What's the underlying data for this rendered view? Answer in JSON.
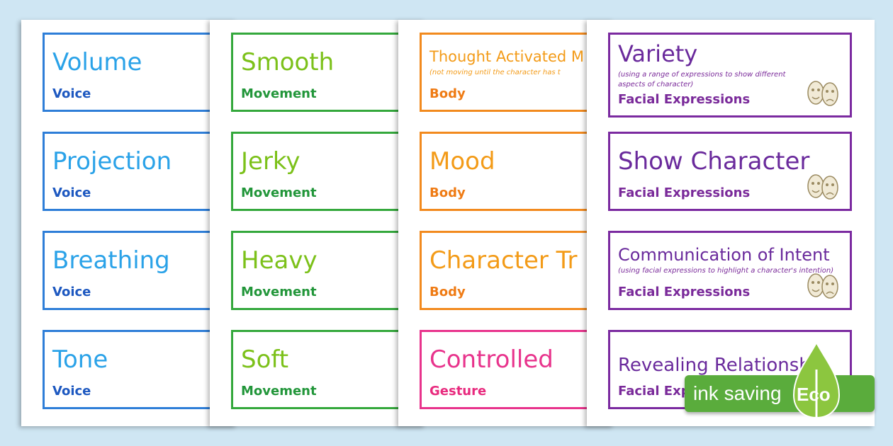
{
  "sheets": [
    {
      "cards": [
        {
          "title": "Volume",
          "subtitle": "Voice"
        },
        {
          "title": "Projection",
          "subtitle": "Voice"
        },
        {
          "title": "Breathing",
          "subtitle": "Voice"
        },
        {
          "title": "Tone",
          "subtitle": "Voice"
        }
      ]
    },
    {
      "cards": [
        {
          "title": "Smooth",
          "subtitle": "Movement"
        },
        {
          "title": "Jerky",
          "subtitle": "Movement"
        },
        {
          "title": "Heavy",
          "subtitle": "Movement"
        },
        {
          "title": "Soft",
          "subtitle": "Movement"
        }
      ]
    },
    {
      "cards": [
        {
          "title": "Thought Activated M",
          "note": "(not moving until the character has t",
          "subtitle": "Body"
        },
        {
          "title": "Mood",
          "subtitle": "Body"
        },
        {
          "title": "Character Tr",
          "subtitle": "Body"
        },
        {
          "title": "Controlled",
          "subtitle": "Gesture"
        }
      ]
    },
    {
      "cards": [
        {
          "title": "Variety",
          "note": "(using a range of expressions to show different aspects of character)",
          "subtitle": "Facial Expressions"
        },
        {
          "title": "Show Character",
          "subtitle": "Facial Expressions"
        },
        {
          "title": "Communication of Intent",
          "note": "(using facial expressions to highlight a character's intention)",
          "subtitle": "Facial Expressions"
        },
        {
          "title": "Revealing Relationship",
          "subtitle": "Facial Exp"
        }
      ]
    }
  ],
  "badge": {
    "label": "ink saving",
    "eco": "Eco",
    "color": "#5aac3c"
  }
}
